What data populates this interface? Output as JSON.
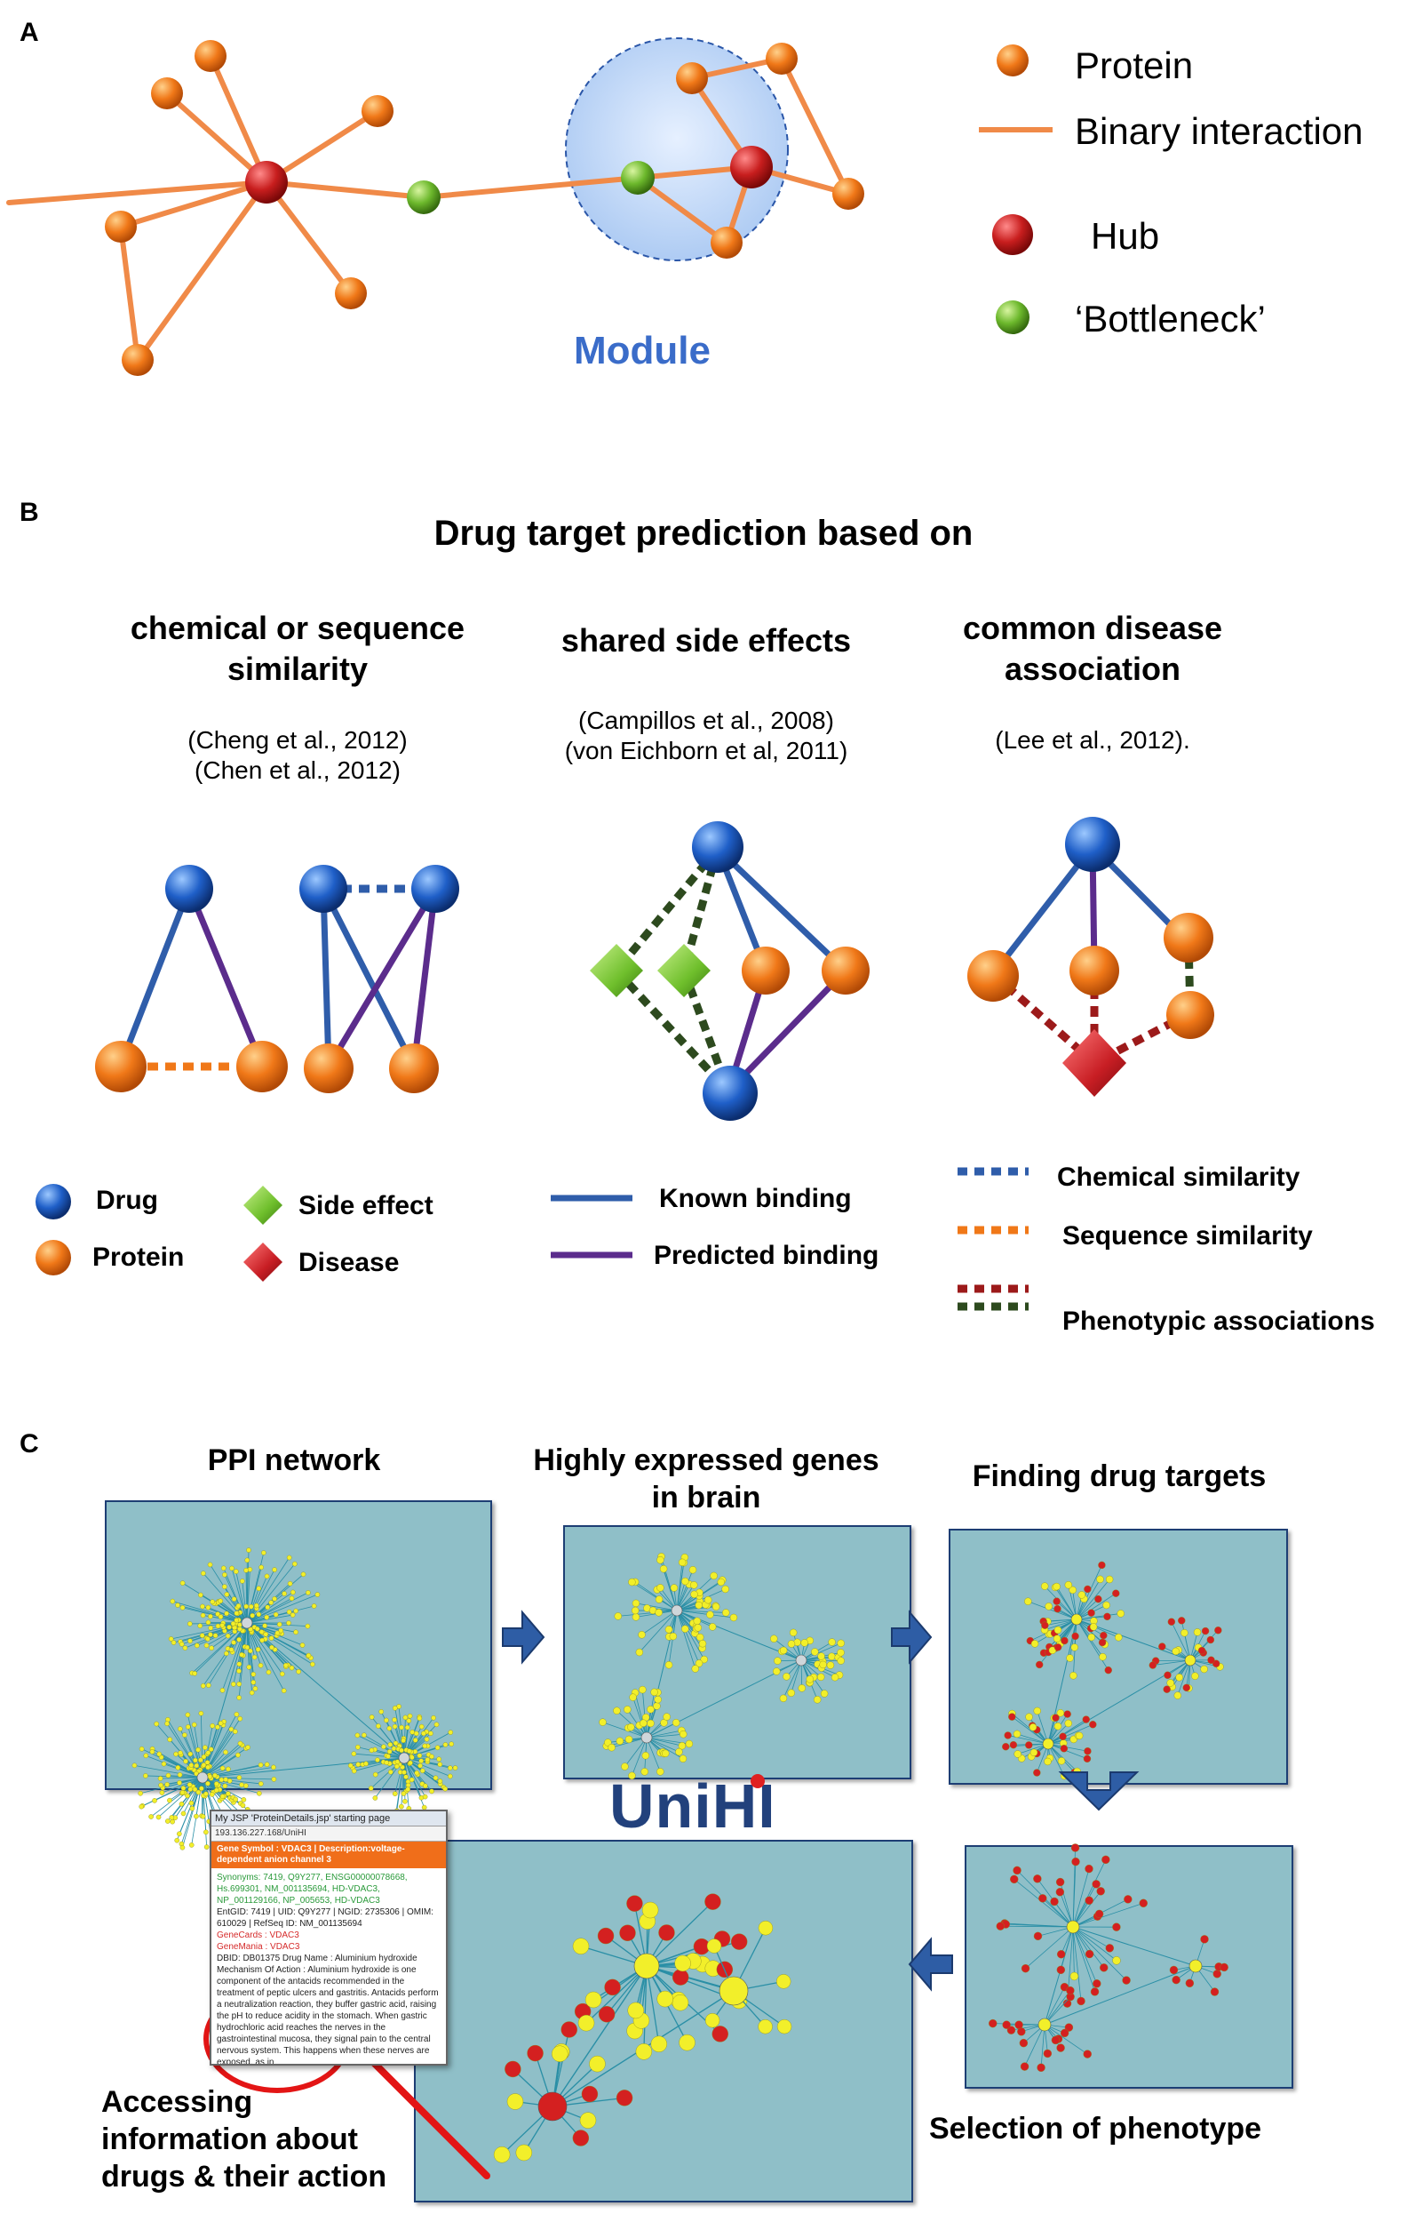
{
  "panel_a": {
    "letter": "A",
    "module_label": "Module",
    "legend": {
      "protein": "Protein",
      "binary_interaction": "Binary interaction",
      "hub": "Hub",
      "bottleneck": "‘Bottleneck’"
    }
  },
  "panel_b": {
    "letter": "B",
    "title": "Drug target prediction based on",
    "col1": {
      "heading_line1": "chemical or sequence",
      "heading_line2": "similarity",
      "ref1": "(Cheng et al., 2012)",
      "ref2": "(Chen et al., 2012)"
    },
    "col2": {
      "heading_line1": "shared side effects",
      "ref1": "(Campillos et al., 2008)",
      "ref2": "(von Eichborn et al, 2011)"
    },
    "col3": {
      "heading_line1": "common disease",
      "heading_line2": "association",
      "ref1": "(Lee et al., 2012)."
    },
    "legend": {
      "drug": "Drug",
      "protein": "Protein",
      "side_effect": "Side effect",
      "disease": "Disease",
      "known_binding": "Known binding",
      "predicted_binding": "Predicted binding",
      "chemical_similarity": "Chemical similarity",
      "sequence_similarity": "Sequence similarity",
      "phenotypic_associations": "Phenotypic associations"
    }
  },
  "panel_c": {
    "letter": "C",
    "step1": "PPI network",
    "step2_line1": "Highly expressed genes",
    "step2_line2": "in brain",
    "step3": "Finding drug targets",
    "step4": "Selection of phenotype",
    "logo": "UniHI",
    "caption_line1": "Accessing",
    "caption_line2": "information about",
    "caption_line3": "drugs & their action",
    "popup": {
      "window_title": "My JSP 'ProteinDetails.jsp' starting page",
      "address": "193.136.227.168/UniHI",
      "gene_symbol": "Gene Symbol : VDAC3",
      "description": "Description:voltage-dependent anion channel 3",
      "synonyms": "Synonyms: 7419, Q9Y277, ENSG00000078668, Hs.699301, NM_001135694, HD-VDAC3, NP_001129166, NP_005653, HD-VDAC3",
      "entrez": "EntGID: 7419 | UID: Q9Y277 | NGID: 2735306 | OMIM: 610029 | RefSeq ID: NM_001135694",
      "genecards": "GeneCards : VDAC3",
      "genemania": "GeneMania : VDAC3",
      "drug": "DBID: DB01375 Drug Name : Aluminium hydroxide",
      "mechanism": "Mechanism Of Action : Aluminium hydroxide is one component of the antacids recommended in the treatment of peptic ulcers and gastritis. Antacids perform a neutralization reaction, they buffer gastric acid, raising the pH to reduce acidity in the stomach. When gastric hydrochloric acid reaches the nerves in the gastrointestinal mucosa, they signal pain to the central nervous system. This happens when these nerves are exposed, as in"
    }
  },
  "colors": {
    "protein": "#f07818",
    "interaction": "#f08a48",
    "hub": "#c81e1e",
    "bottleneck": "#6cb82c",
    "drug": "#1f5fc8",
    "known_binding": "#2f5daa",
    "predicted_binding": "#5b2c8c",
    "side_effect": "#6fbf2c",
    "disease": "#c81e24",
    "screen_bg": "#8fbfc8",
    "module_text": "#3a6cc9"
  }
}
